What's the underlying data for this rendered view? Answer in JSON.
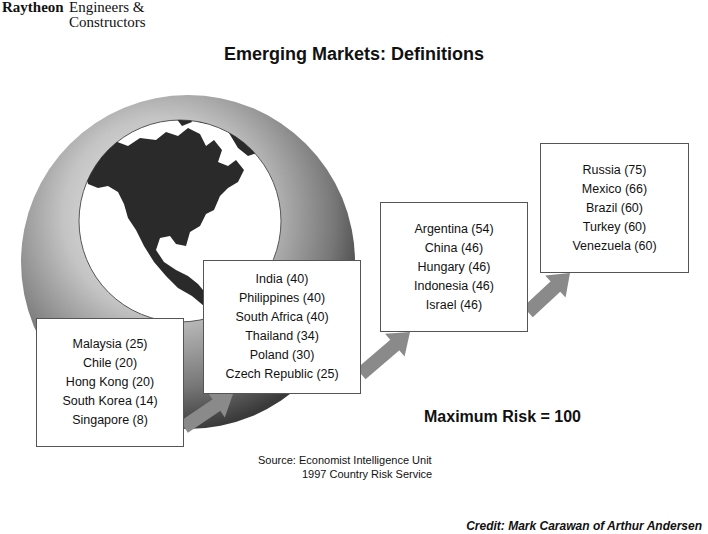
{
  "diagram": {
    "title": "Emerging Markets: Definitions",
    "nodes": [
      {
        "text": [
          "Malaysia (25)",
          "Chile (20)",
          "Hong Kong (20)",
          "South Korea (14)",
          "Singapore (8)"
        ]
      },
      {
        "text": [
          "India (40)",
          "Philippines (40)",
          "South Africa (40)",
          "Thailand (34)",
          "Poland (30)",
          "Czech Republic (25)"
        ]
      },
      {
        "text": [
          "Argentina (54)",
          "China (46)",
          "Hungary (46)",
          "Indonesia (46)",
          "Israel (46)"
        ]
      },
      {
        "text": [
          "Russia (75)",
          "Mexico (66)",
          "Brazil (60)",
          "Turkey (60)",
          "Venezuela (60)"
        ]
      }
    ],
    "edges": [
      {
        "from": 0,
        "to": 1,
        "arrow": "to"
      },
      {
        "from": 1,
        "to": 2,
        "arrow": "to"
      },
      {
        "from": 2,
        "to": 3,
        "arrow": "to"
      }
    ],
    "labels": [
      "Raytheon",
      "Engineers & Constructors",
      "Maximum Risk = 100",
      "Source: Economist Intelligence Unit 1997 Country Risk Service",
      "Credit: Mark Carawan of Arthur Andersen"
    ]
  }
}
